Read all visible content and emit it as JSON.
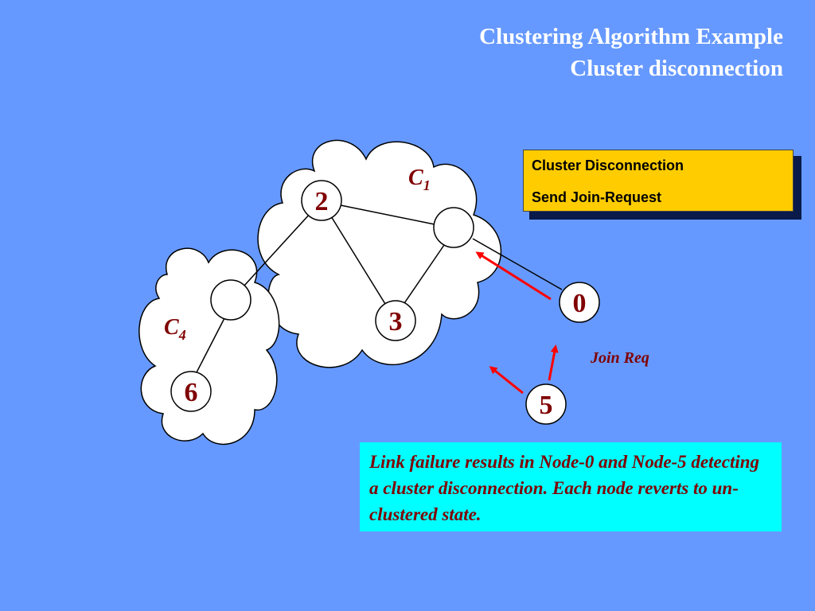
{
  "title": {
    "line1": "Clustering Algorithm Example",
    "line2": "Cluster disconnection"
  },
  "clusters": [
    {
      "id": "C1",
      "main": "C",
      "sub": "1"
    },
    {
      "id": "C4",
      "main": "C",
      "sub": "4"
    }
  ],
  "nodes": [
    {
      "id": "node-2",
      "label": "2"
    },
    {
      "id": "node-3",
      "label": "3"
    },
    {
      "id": "node-6",
      "label": "6"
    },
    {
      "id": "node-0",
      "label": "0"
    },
    {
      "id": "node-5",
      "label": "5"
    },
    {
      "id": "node-c1-head",
      "label": ""
    },
    {
      "id": "node-c4-head",
      "label": ""
    }
  ],
  "status_box": {
    "line1": "Cluster Disconnection",
    "line2": "Send Join-Request"
  },
  "join_label": "Join Req",
  "note": "Link failure results in Node-0 and Node-5 detecting a cluster disconnection. Each node reverts to un-clustered state.",
  "colors": {
    "background": "#6699ff",
    "label": "#800000",
    "status_fill": "#ffcc00",
    "note_fill": "#00ffff",
    "arrow": "#ff0000"
  }
}
